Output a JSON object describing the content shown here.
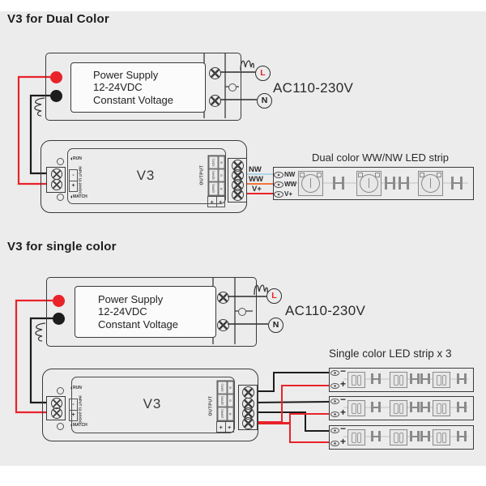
{
  "dual": {
    "heading": "V3 for Dual Color",
    "psu": {
      "line1": "Power Supply",
      "line2": "12-24VDC",
      "line3": "Constant Voltage",
      "ac": "AC110-230V",
      "live": "L",
      "neutral": "N"
    },
    "v3": {
      "name": "V3",
      "run": "RUN",
      "match": "MATCH",
      "input_text": "INPUT 12-24VDC",
      "minus": "-",
      "plus": "+",
      "output": "OUTPUT",
      "ch1": "1(WW)",
      "ch2": "2(NW)",
      "ch3": "3(NC)",
      "r": "R",
      "g": "G",
      "b": "B",
      "vp1": "+",
      "vp2": "+"
    },
    "wire_labels": {
      "nw": "NW",
      "ww": "WW",
      "vp": "V+"
    },
    "strip": {
      "title": "Dual color WW/NW LED strip",
      "pad1": "NW",
      "pad2": "WW",
      "pad3": "V+"
    }
  },
  "single": {
    "heading": "V3 for single color",
    "psu": {
      "line1": "Power Supply",
      "line2": "12-24VDC",
      "line3": "Constant Voltage",
      "ac": "AC110-230V",
      "live": "L",
      "neutral": "N"
    },
    "v3": {
      "name": "V3",
      "run": "RUN",
      "match": "MATCH",
      "input_text": "INPUT 12-24VDC",
      "minus": "-",
      "plus": "+",
      "output": "OUTPUT",
      "ch1": "1(WW)",
      "ch2": "2(NW)",
      "ch3": "3(NC)",
      "r": "R",
      "g": "G",
      "b": "B",
      "vp1": "+",
      "vp2": "+"
    },
    "strip": {
      "title": "Single color LED strip x 3",
      "minus": "−",
      "plus": "+"
    }
  },
  "colors": {
    "panel_bg": "#ececec",
    "line": "#3a3a3a",
    "wire_red": "#e8232a",
    "wire_black": "#1c1c1c",
    "wire_blue": "#aed6e8",
    "wire_orange": "#f0743a",
    "live_red": "#e8232a"
  }
}
